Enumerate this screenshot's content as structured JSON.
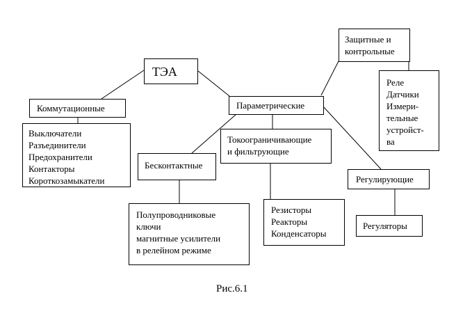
{
  "nodes": {
    "root": "ТЭА",
    "switching": "Коммутационные",
    "switching_items": [
      "Выключатели",
      "Разъединители",
      "Предохранители",
      "Контакторы",
      "Короткозамыкатели"
    ],
    "parametric": "Параметрические",
    "protective": [
      "Защитные и",
      "контрольные"
    ],
    "protective_items": [
      "Реле",
      "Датчики",
      "Измери-",
      "тельные",
      "устройст-",
      "ва"
    ],
    "contactless": "Бесконтактные",
    "contactless_items": [
      "Полупроводниковые",
      "ключи",
      "магнитные усилители",
      "в релейном режиме"
    ],
    "limiting": [
      "Токоограничивающие",
      "и фильтрующие"
    ],
    "limiting_items": [
      "Резисторы",
      "Реакторы",
      "Конденсаторы"
    ],
    "regulating": "Регулирующие",
    "regulating_items": [
      "Регуляторы"
    ]
  },
  "caption": "Рис.6.1"
}
